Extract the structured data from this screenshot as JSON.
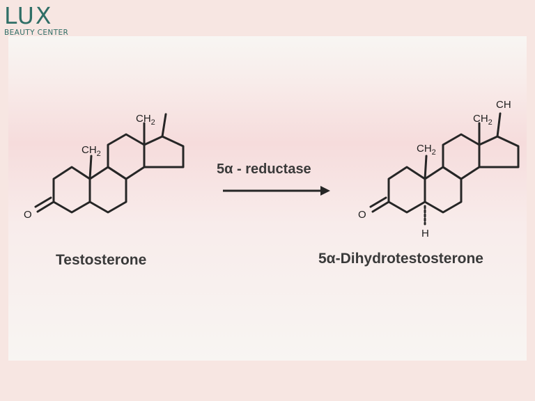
{
  "brand": {
    "name": "LUX",
    "tagline": "BEAUTY CENTER",
    "color": "#2f6e66"
  },
  "reaction": {
    "enzyme": "5α - reductase",
    "substrate": {
      "name": "Testosterone",
      "methyl_top": {
        "main": "CH",
        "sub": "2"
      },
      "methyl_mid": {
        "main": "CH",
        "sub": "2"
      },
      "oxygen": "O"
    },
    "product": {
      "name": "5α-Dihydrotestosterone",
      "methyl_top": {
        "main": "CH",
        "sub": "2"
      },
      "methyl_top_extra": "CH",
      "methyl_mid": {
        "main": "CH",
        "sub": "2"
      },
      "oxygen": "O",
      "hydrogen": "H"
    }
  },
  "colors": {
    "bond": "#262626",
    "text": "#3a3a3a",
    "background": "#f7e6e2"
  }
}
